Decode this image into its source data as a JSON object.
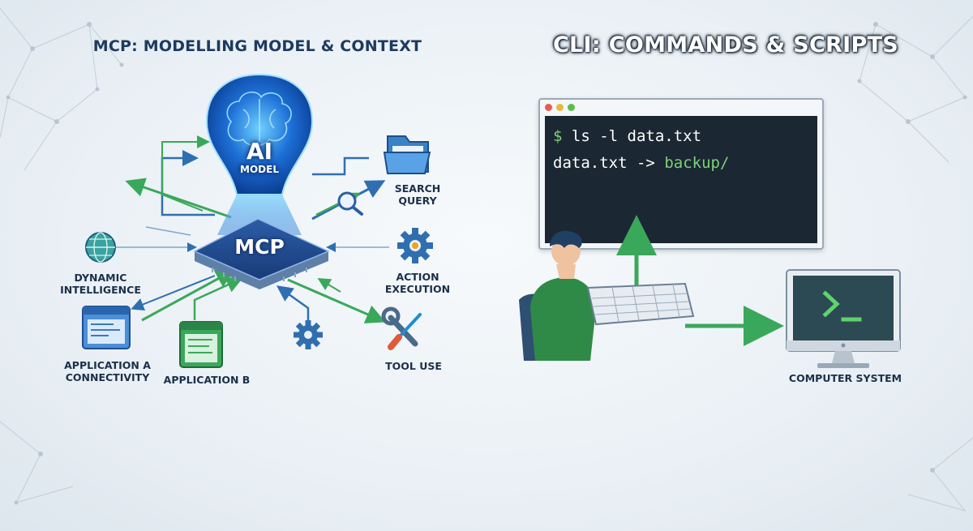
{
  "titles": {
    "left": "MCP: MODELLING MODEL & CONTEXT",
    "right": "CLI: COMMANDS & SCRIPTS"
  },
  "mcp": {
    "ai_label": "AI",
    "model_label": "MODEL",
    "hub_label": "MCP"
  },
  "labels": {
    "dynamic_intelligence_1": "DYNAMIC",
    "dynamic_intelligence_2": "INTELLIGENCE",
    "app_a_1": "APPLICATION A",
    "app_a_2": "CONNECTIVITY",
    "app_b": "APPLICATION B",
    "search_1": "SEARCH",
    "search_2": "QUERY",
    "action_1": "ACTION",
    "action_2": "EXECUTION",
    "tool_use": "TOOL USE",
    "computer_system": "COMPUTER SYSTEM"
  },
  "terminal": {
    "prompt": "$",
    "command": "ls -l data.txt",
    "output_file": "data.txt",
    "output_arrow": "->",
    "output_target": "backup/"
  },
  "colors": {
    "accent_green": "#3aa85a",
    "accent_blue": "#2f6fb0",
    "terminal_bg": "#1b2732",
    "title_dark": "#1d3a5f"
  },
  "icons": [
    "globe-icon",
    "folder-icon",
    "search-icon",
    "gear-icon",
    "wrench-icon",
    "screwdriver-icon",
    "browser-window-icon",
    "document-window-icon",
    "brain-icon",
    "keyboard-icon",
    "user-figure",
    "monitor-icon",
    "terminal-prompt-icon"
  ]
}
